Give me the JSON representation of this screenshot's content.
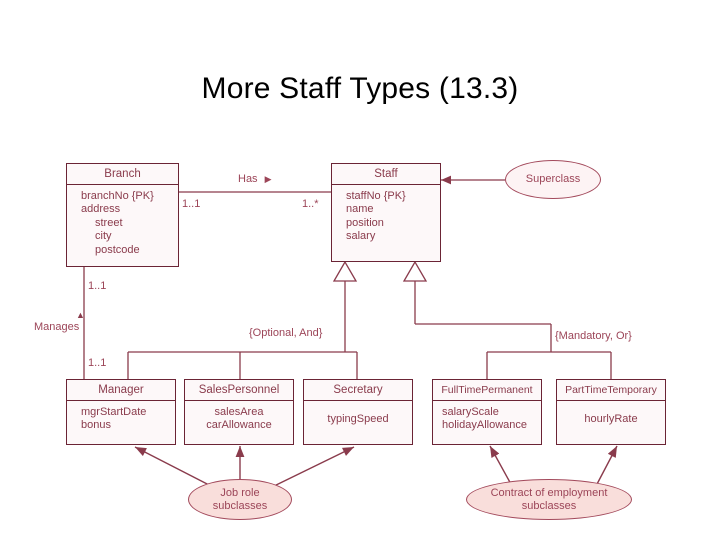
{
  "page": {
    "title": "More Staff Types (13.3)"
  },
  "colors": {
    "line": "#6b2435",
    "entity_text": "#8a3b4c",
    "label_text": "#9c4558",
    "entity_fill": "#fdf8f9",
    "note_fill": "#f9dedb",
    "title_text": "#000000",
    "background": "#ffffff"
  },
  "entities": [
    {
      "id": "branch",
      "name": "Branch",
      "attributes": [
        "branchNo {PK}",
        "address",
        "street",
        "city",
        "postcode"
      ],
      "indented": [
        false,
        false,
        true,
        true,
        true
      ]
    },
    {
      "id": "staff",
      "name": "Staff",
      "attributes": [
        "staffNo {PK}",
        "name",
        "position",
        "salary"
      ],
      "indented": [
        false,
        false,
        false,
        false
      ]
    },
    {
      "id": "manager",
      "name": "Manager",
      "attributes": [
        "mgrStartDate",
        "bonus"
      ],
      "indented": [
        false,
        false
      ]
    },
    {
      "id": "sales_personnel",
      "name": "SalesPersonnel",
      "attributes": [
        "salesArea",
        "carAllowance"
      ],
      "indented": [
        false,
        false
      ]
    },
    {
      "id": "secretary",
      "name": "Secretary",
      "attributes": [
        "typingSpeed"
      ],
      "indented": [
        false
      ]
    },
    {
      "id": "full_time_permanent",
      "name": "FullTimePermanent",
      "attributes": [
        "salaryScale",
        "holidayAllowance"
      ],
      "indented": [
        false,
        false
      ]
    },
    {
      "id": "part_time_temporary",
      "name": "PartTimeTemporary",
      "attributes": [
        "hourlyRate"
      ],
      "indented": [
        false
      ]
    }
  ],
  "relationships": [
    {
      "id": "has",
      "label": "Has",
      "direction_marker": "▶",
      "source_multiplicity": "1..1",
      "target_multiplicity": "1..*"
    },
    {
      "id": "manages",
      "label": "Manages",
      "direction_marker": "▲",
      "source_multiplicity": "1..1",
      "target_multiplicity": "1..1"
    }
  ],
  "constraints": [
    {
      "id": "job_role_constraint",
      "label": "{Optional, And}"
    },
    {
      "id": "contract_constraint",
      "label": "{Mandatory, Or}"
    }
  ],
  "notes": [
    {
      "id": "superclass_note",
      "label": "Superclass",
      "lines": [
        "Superclass"
      ]
    },
    {
      "id": "job_role_note",
      "label": "Job role subclasses",
      "lines": [
        "Job role",
        "subclasses"
      ]
    },
    {
      "id": "contract_note",
      "label": "Contract of employment subclasses",
      "lines": [
        "Contract of employment",
        "subclasses"
      ]
    }
  ]
}
